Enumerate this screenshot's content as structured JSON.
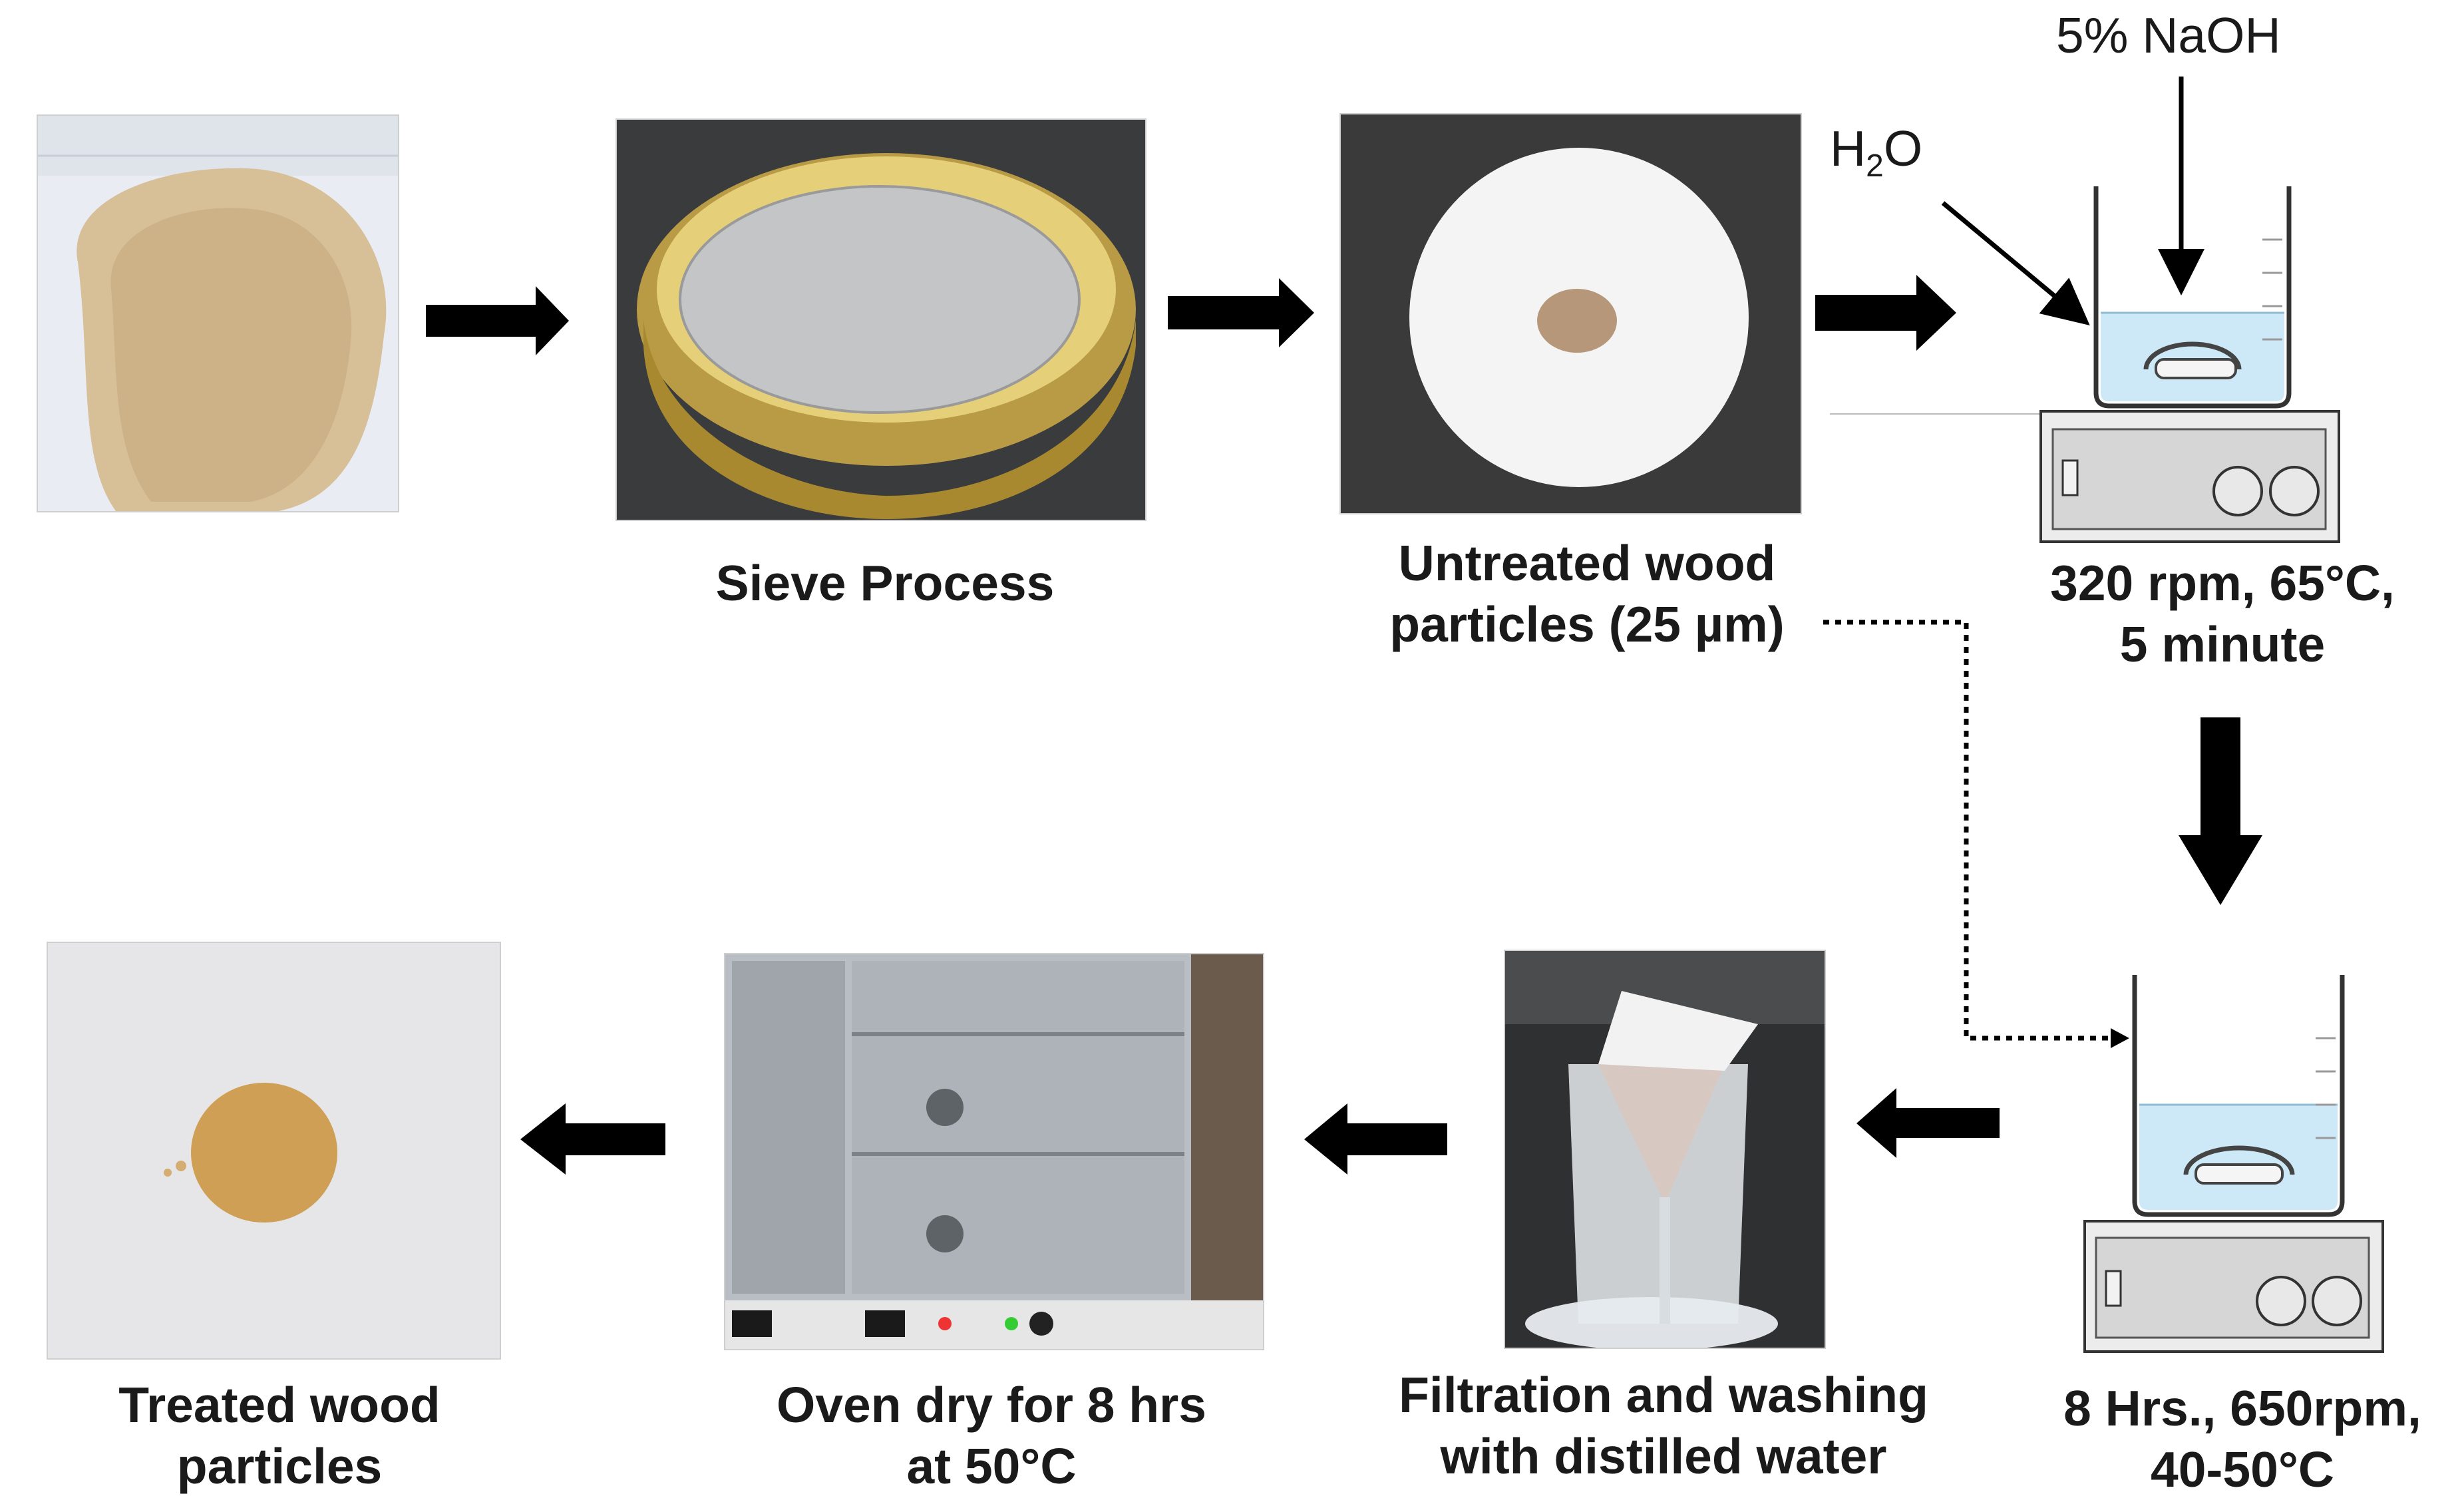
{
  "step1": {
    "label": ""
  },
  "step2": {
    "label": "Sieve Process"
  },
  "step3": {
    "line1": "Untreated wood",
    "line2": "particles (25 µm)"
  },
  "step4": {
    "reagent_naoh": "5% NaOH",
    "reagent_water_main": "H",
    "reagent_water_sub": "2",
    "reagent_water_end": "O",
    "line1": "320 rpm, 65°C,",
    "line2": "5 minute"
  },
  "step5": {
    "line1": "8 Hrs., 650rpm,",
    "line2": "40-50°C"
  },
  "step6": {
    "line1": "Filtration and washing",
    "line2": "with distilled water"
  },
  "step7": {
    "line1": "Oven dry for 8 hrs",
    "line2": "at 50°C"
  },
  "step8": {
    "line1": "Treated wood",
    "line2": "particles"
  },
  "colors": {
    "arrow": "#000000",
    "liquid": "#cde9f7",
    "stirrer_plate": "#d9d9d9"
  }
}
